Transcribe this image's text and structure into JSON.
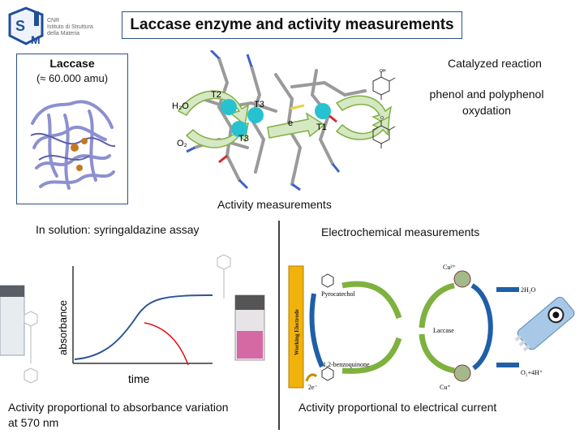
{
  "logo": {
    "letters": "ISM",
    "caption_line1": "CNR",
    "caption_line2": "Istituto di Struttura",
    "caption_line3": "della Materia"
  },
  "title": "Laccase enzyme and activity measurements",
  "laccase_box": {
    "title": "Laccase",
    "subtitle": "(≈ 60.000 amu)"
  },
  "active_site": {
    "labels": {
      "t2": "T2",
      "t3a": "T3",
      "t3b": "T3",
      "t1": "T1",
      "h2o": "H₂O",
      "o2": "O₂",
      "electron": "e"
    }
  },
  "catalyzed": {
    "heading": "Catalyzed reaction",
    "line1": "phenol and polyphenol",
    "line2": "oxydation"
  },
  "activity_heading": "Activity measurements",
  "solution": {
    "heading": "In solution: syringaldazine assay",
    "ylabel": "absorbance",
    "xlabel": "time",
    "caption_line1": "Activity proportional to absorbance variation",
    "caption_line2": "at 570 nm"
  },
  "electrochem": {
    "heading": "Electrochemical measurements",
    "electrode_label": "Working Electrode",
    "pyrocatechol": "Pyrocatechol",
    "benzoquinone": "1,2-benzoquinone",
    "laccase": "Laccase",
    "cu2": "Cu²⁺",
    "cu1": "Cu⁺",
    "water": "2H₂O",
    "oxygen": "O₂+4H⁺",
    "two_e": "2e⁻",
    "caption": "Activity proportional to electrical current"
  },
  "colors": {
    "box_border": "#2c4f8a",
    "curve": "#2e5597",
    "decay": "#e01010",
    "cu_sphere": "#27c2d0",
    "green_arrow": "#7fb13f",
    "blue_arrow": "#1f5fa8",
    "electrode": "#f2b20c"
  }
}
